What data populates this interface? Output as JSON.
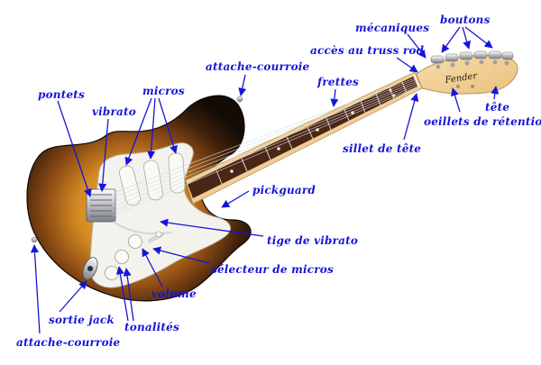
{
  "diagram": {
    "labels": {
      "attache_courroie_top": "attache-courroie",
      "micros": "micros",
      "pontets": "pontets",
      "vibrato": "vibrato",
      "frettes": "frettes",
      "acces_truss_rod": "accès au truss rod",
      "mecaniques": "mécaniques",
      "boutons": "boutons",
      "tete": "tête",
      "oeillets": "oeillets de rétention",
      "sillet": "sillet de tête",
      "pickguard": "pickguard",
      "tige_vibrato": "tige de vibrato",
      "selecteur": "sélecteur de micros",
      "volume": "volume",
      "sortie_jack": "sortie jack",
      "tonalites": "tonalités",
      "attache_courroie_bottom": "attache-courroie"
    },
    "headstock_logo": "Fender",
    "colors": {
      "label_text": "#1515d8",
      "arrow": "#1515d8",
      "sunburst_center": "#e9b23a",
      "sunburst_edge": "#1e1208",
      "pickguard": "#f4f2ec",
      "fretboard": "#4a2617",
      "maple_neck": "#f2cf95"
    }
  }
}
